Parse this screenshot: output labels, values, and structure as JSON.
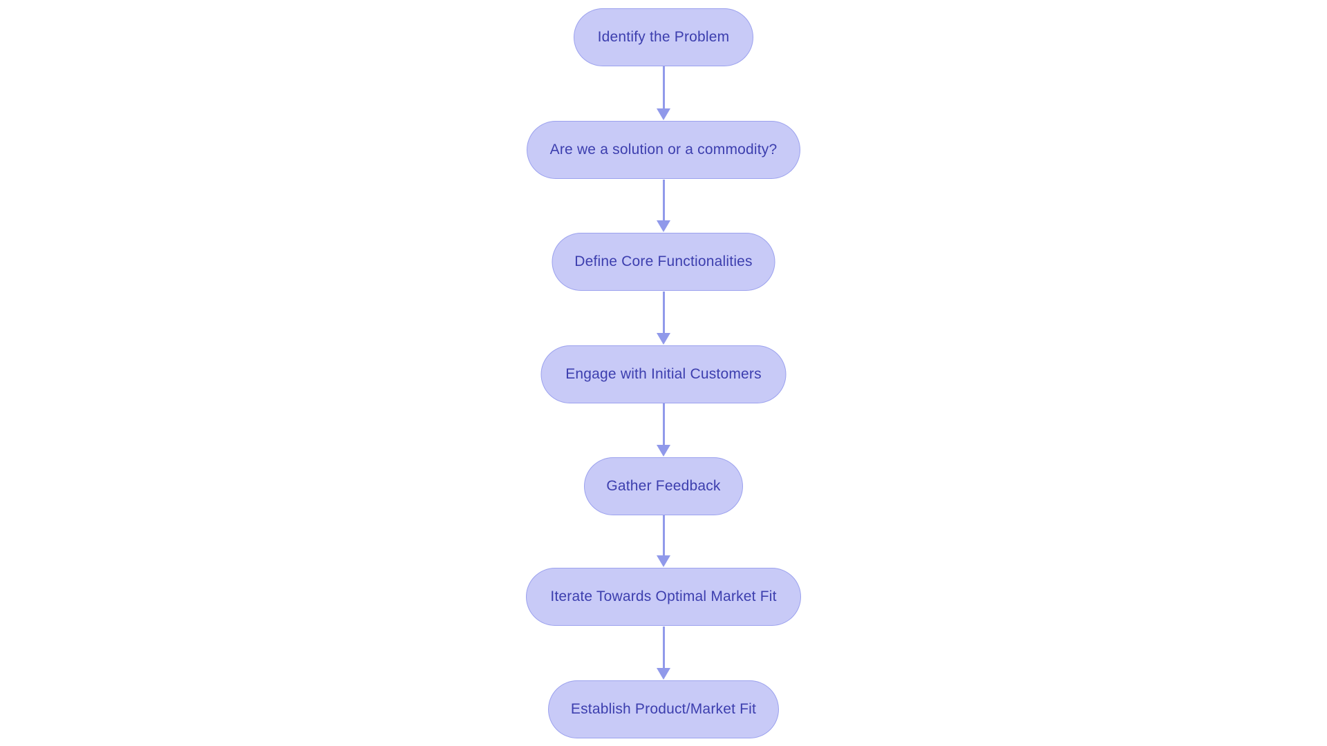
{
  "diagram": {
    "type": "flowchart",
    "direction": "top-down",
    "nodes": [
      {
        "id": 1,
        "label": "Identify the Problem"
      },
      {
        "id": 2,
        "label": "Are we a solution or a commodity?"
      },
      {
        "id": 3,
        "label": "Define Core Functionalities"
      },
      {
        "id": 4,
        "label": "Engage with Initial Customers"
      },
      {
        "id": 5,
        "label": "Gather Feedback"
      },
      {
        "id": 6,
        "label": "Iterate Towards Optimal Market Fit"
      },
      {
        "id": 7,
        "label": "Establish Product/Market Fit"
      }
    ],
    "edges": [
      {
        "from": 1,
        "to": 2
      },
      {
        "from": 2,
        "to": 3
      },
      {
        "from": 3,
        "to": 4
      },
      {
        "from": 4,
        "to": 5
      },
      {
        "from": 5,
        "to": 6
      },
      {
        "from": 6,
        "to": 7
      }
    ],
    "colors": {
      "background": "#ffffff",
      "node_fill": "#c8caf7",
      "node_border": "#9ba1ee",
      "node_text": "#3c3eae",
      "arrow": "#9099ea"
    }
  }
}
